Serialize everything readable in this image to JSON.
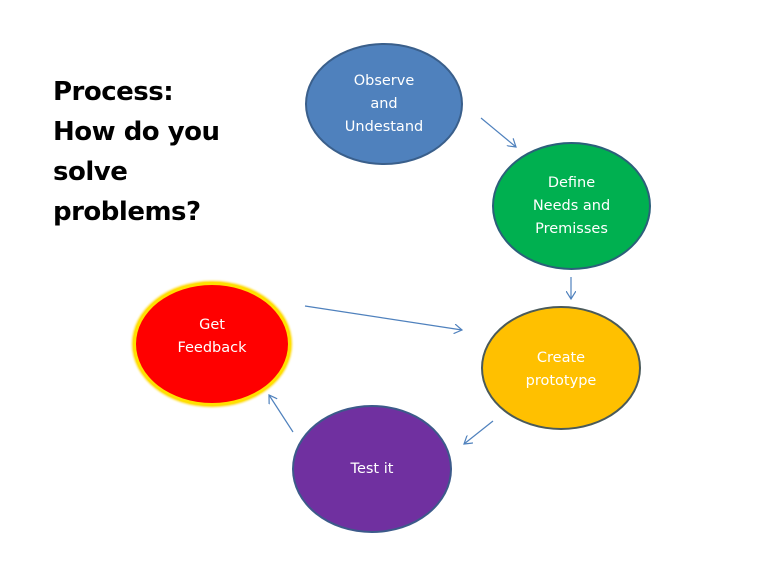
{
  "title": {
    "lines": [
      "Process:",
      "How do you",
      "solve",
      "problems?"
    ]
  },
  "nodes": [
    {
      "id": "observe",
      "lines": [
        "Observe",
        "and",
        "Undestand"
      ],
      "color": "#4f81bd"
    },
    {
      "id": "define",
      "lines": [
        "Define",
        "Needs and",
        "Premisses"
      ],
      "color": "#00b050"
    },
    {
      "id": "create",
      "lines": [
        "Create",
        "prototype"
      ],
      "color": "#ffc000"
    },
    {
      "id": "test",
      "lines": [
        "Test it"
      ],
      "color": "#7030a0"
    },
    {
      "id": "feedback",
      "lines": [
        "Get",
        "Feedback"
      ],
      "color": "#ff0000",
      "outline": "#ffe000"
    }
  ],
  "edges": [
    {
      "from": "observe",
      "to": "define"
    },
    {
      "from": "define",
      "to": "create"
    },
    {
      "from": "create",
      "to": "test"
    },
    {
      "from": "test",
      "to": "feedback"
    },
    {
      "from": "feedback",
      "to": "create"
    }
  ],
  "arrow_color": "#4f81bd"
}
